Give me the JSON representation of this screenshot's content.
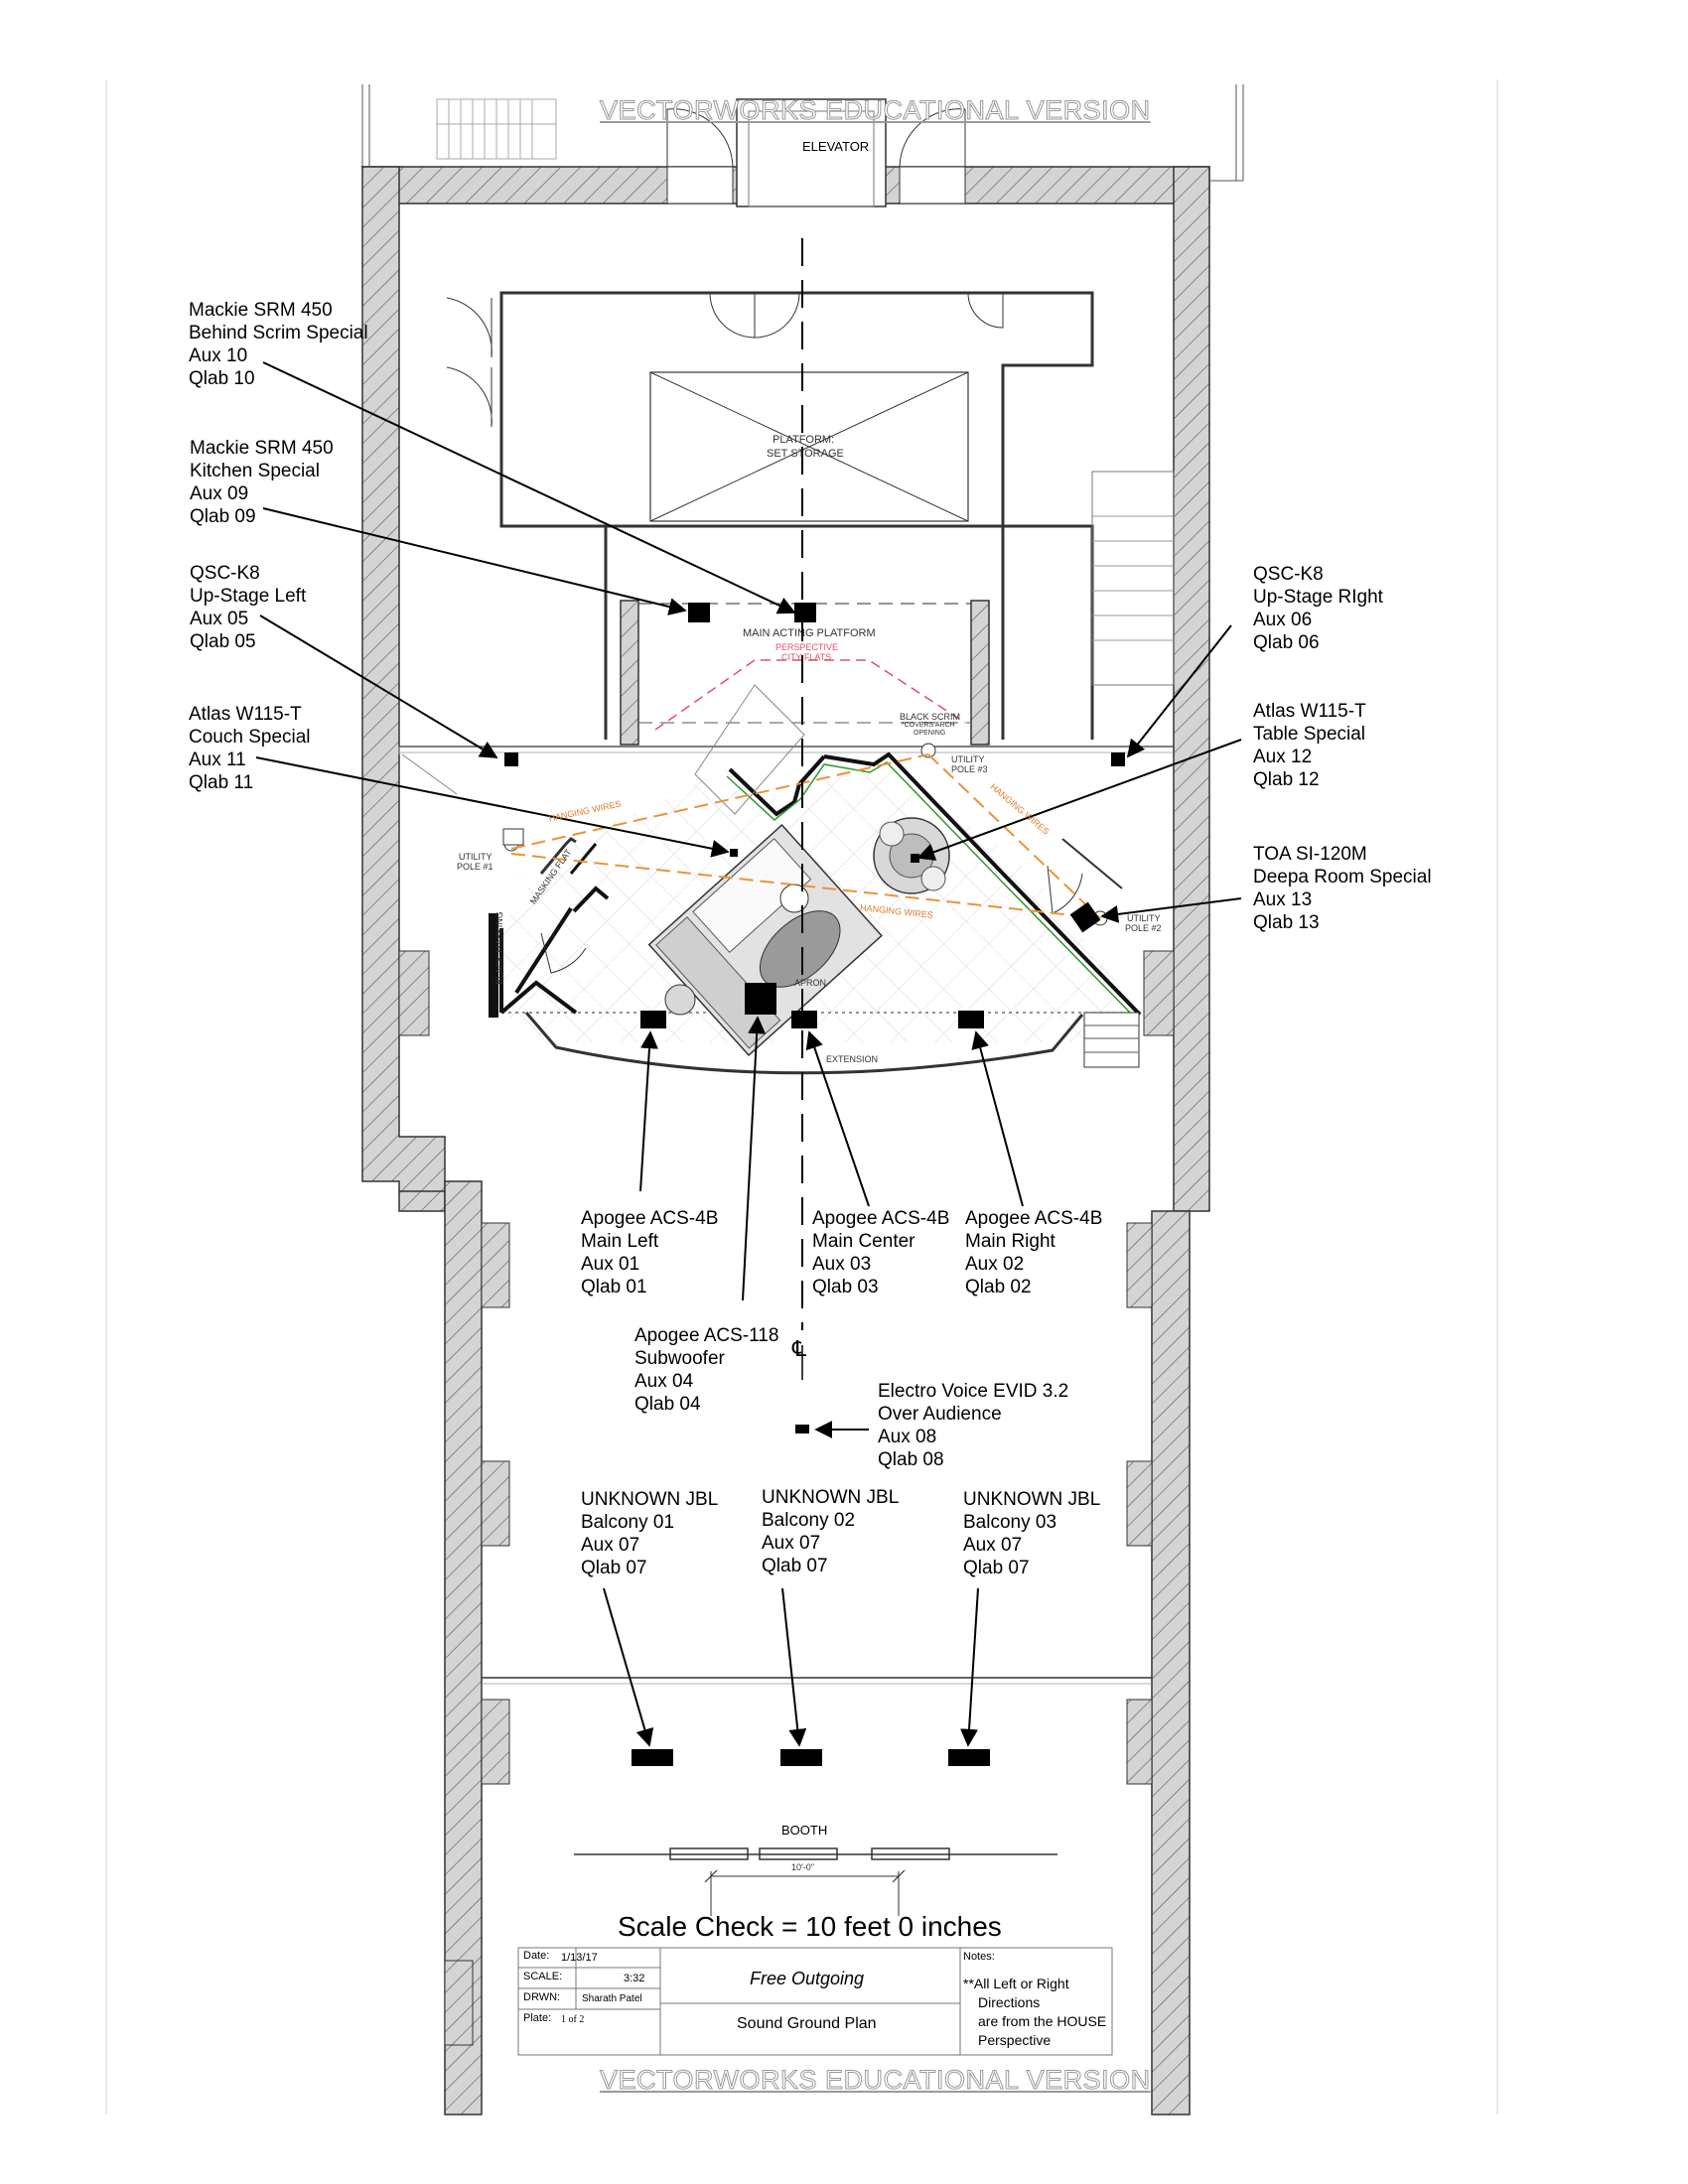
{
  "watermark": "VECTORWORKS EDUCATIONAL VERSION",
  "rooms": {
    "elevator": "ELEVATOR",
    "platform_storage": [
      "PLATFORM:",
      "SET STORAGE"
    ],
    "main_acting_platform": "MAIN ACTING PLATFORM",
    "perspective_city_flats": [
      "PERSPECTIVE",
      "CITY FLATS"
    ],
    "black_scrim": [
      "BLACK SCRIM",
      "*COVERS ARCH",
      "OPENING"
    ],
    "utility_pole_1": [
      "UTILITY",
      "POLE #1"
    ],
    "utility_pole_2": [
      "UTILITY",
      "POLE #2"
    ],
    "utility_pole_3": [
      "UTILITY",
      "POLE #3"
    ],
    "hanging_wires": "HANGING WIRES",
    "black_masking": "BLACK MASKING",
    "masking_flat": "MASKING FLAT",
    "apron": "APRON",
    "extension": "EXTENSION",
    "booth": "BOOTH",
    "centerline": "℄",
    "dimension": "10'-0\""
  },
  "speakers": [
    {
      "id": "srm450-scrim",
      "lines": [
        "Mackie SRM 450",
        "Behind Scrim Special",
        "Aux 10",
        "Qlab 10"
      ]
    },
    {
      "id": "srm450-kitchen",
      "lines": [
        "Mackie SRM 450",
        "Kitchen Special",
        "Aux 09",
        "Qlab 09"
      ]
    },
    {
      "id": "qsc-upstage-left",
      "lines": [
        "QSC-K8",
        "Up-Stage Left",
        "Aux 05",
        "Qlab 05"
      ]
    },
    {
      "id": "atlas-couch",
      "lines": [
        "Atlas W115-T",
        "Couch Special",
        "Aux 11",
        "Qlab  11"
      ]
    },
    {
      "id": "qsc-upstage-right",
      "lines": [
        "QSC-K8",
        "Up-Stage RIght",
        "Aux 06",
        "Qlab 06"
      ]
    },
    {
      "id": "atlas-table",
      "lines": [
        "Atlas W115-T",
        "Table Special",
        "Aux 12",
        "Qlab 12"
      ]
    },
    {
      "id": "toa-deepa",
      "lines": [
        "TOA SI-120M",
        "Deepa Room Special",
        "Aux 13",
        "Qlab 13"
      ]
    },
    {
      "id": "apogee-main-left",
      "lines": [
        "Apogee ACS-4B",
        "Main Left",
        "Aux 01",
        "Qlab 01"
      ]
    },
    {
      "id": "apogee-main-center",
      "lines": [
        "Apogee ACS-4B",
        "Main Center",
        "Aux 03",
        "Qlab 03"
      ]
    },
    {
      "id": "apogee-main-right",
      "lines": [
        "Apogee ACS-4B",
        "Main Right",
        "Aux 02",
        "Qlab 02"
      ]
    },
    {
      "id": "apogee-sub",
      "lines": [
        "Apogee ACS-118",
        "Subwoofer",
        "Aux 04",
        "Qlab 04"
      ]
    },
    {
      "id": "ev-over-audience",
      "lines": [
        "Electro Voice EVID 3.2",
        "Over Audience",
        "Aux 08",
        "Qlab 08"
      ]
    },
    {
      "id": "jbl-balcony-01",
      "lines": [
        "UNKNOWN JBL",
        "Balcony 01",
        "Aux 07",
        "Qlab 07"
      ]
    },
    {
      "id": "jbl-balcony-02",
      "lines": [
        "UNKNOWN JBL",
        "Balcony 02",
        "Aux 07",
        "Qlab 07"
      ]
    },
    {
      "id": "jbl-balcony-03",
      "lines": [
        "UNKNOWN JBL",
        "Balcony 03",
        "Aux 07",
        "Qlab 07"
      ]
    }
  ],
  "scale_check": "Scale Check = 10 feet 0 inches",
  "title_block": {
    "date_label": "Date:",
    "date_value": "1/13/17",
    "scale_label": "SCALE:",
    "scale_value": "3:32",
    "drawn_label": "DRWN:",
    "drawn_value": "Sharath Patel",
    "plate_label": "Plate:",
    "plate_value": "1 of 2",
    "show_title": "Free Outgoing",
    "drawing_title": "Sound Ground Plan",
    "notes_label": "Notes:",
    "notes": [
      "**All Left or Right",
      "Directions",
      "are from the HOUSE",
      "Perspective"
    ]
  },
  "colors": {
    "wall_fill": "#d4d4d4",
    "hanging_wires": "#e8943a",
    "perspective_flats": "#e0506a",
    "set_outline": "#2e9a2e",
    "speaker": "#000000"
  }
}
